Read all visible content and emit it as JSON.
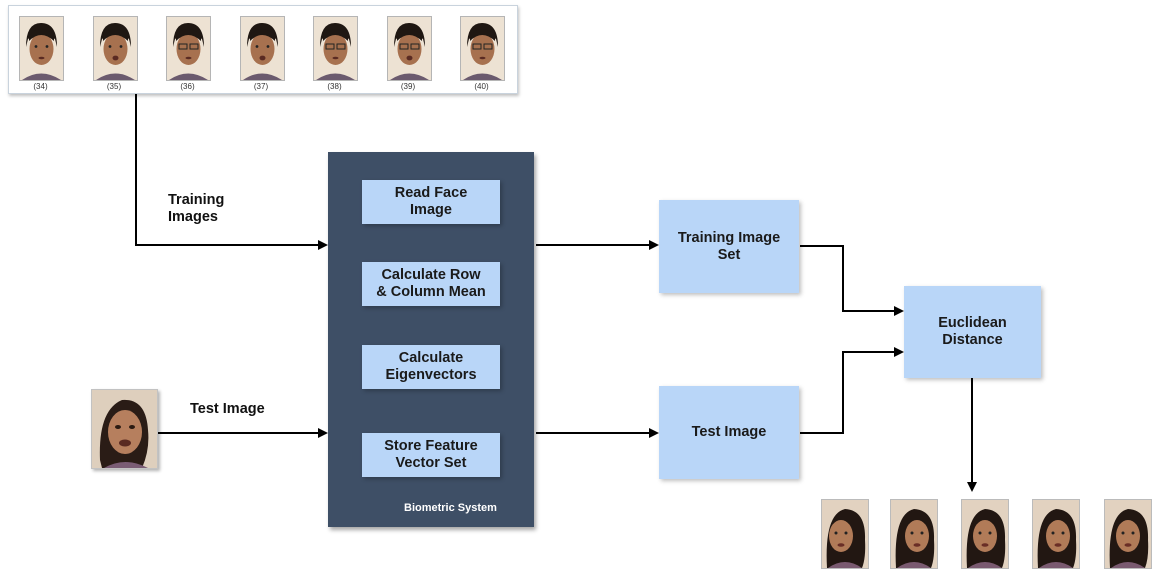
{
  "training_strip": {
    "labels": [
      "(34)",
      "(35)",
      "(36)",
      "(37)",
      "(38)",
      "(39)",
      "(40)"
    ]
  },
  "labels": {
    "training_images": "Training\nImages",
    "test_image_input": "Test Image"
  },
  "biometric_system": {
    "title": "Biometric System",
    "steps": [
      "Read Face\nImage",
      "Calculate Row\n& Column Mean",
      "Calculate\nEigenvectors",
      "Store Feature\nVector Set"
    ]
  },
  "outputs": {
    "training_image_set": "Training Image\nSet",
    "test_image": "Test Image",
    "euclidean_distance": "Euclidean\nDistance"
  },
  "colors": {
    "box_fill": "#b9d6f8",
    "panel_fill": "#3e4f66"
  }
}
